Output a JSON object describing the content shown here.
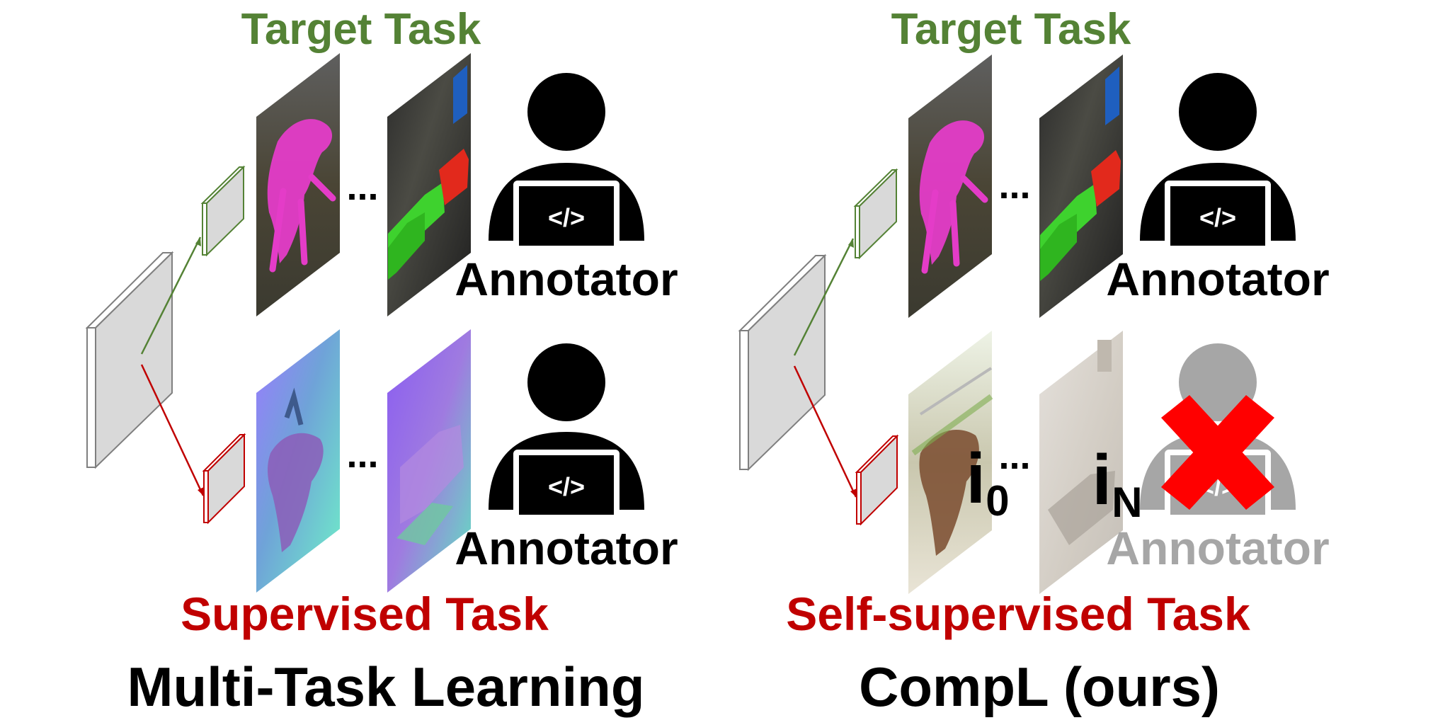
{
  "colors": {
    "target": "#548235",
    "supervised": "#C00000",
    "black": "#000000",
    "gray": "#A6A6A6",
    "cross": "#FF0000",
    "feature_fill": "#D9D9D9"
  },
  "left_panel": {
    "target_title": "Target Task",
    "supervised_title": "Supervised Task",
    "caption": "Multi-Task Learning",
    "annotator_top": "Annotator",
    "annotator_bottom": "Annotator",
    "ellipsis_top": "...",
    "ellipsis_bottom": "..."
  },
  "right_panel": {
    "target_title": "Target Task",
    "selfsup_title": "Self-supervised Task",
    "caption": "CompL (ours)",
    "annotator_top": "Annotator",
    "annotator_bottom": "Annotator",
    "ellipsis_top": "...",
    "ellipsis_bottom": "...",
    "image_label_first": "i",
    "image_label_first_sub": "0",
    "image_label_last": "i",
    "image_label_last_sub": "N"
  },
  "icons": {
    "annotator": "person-with-laptop-icon",
    "code_symbol": "</>",
    "removed": "red-cross-icon"
  }
}
